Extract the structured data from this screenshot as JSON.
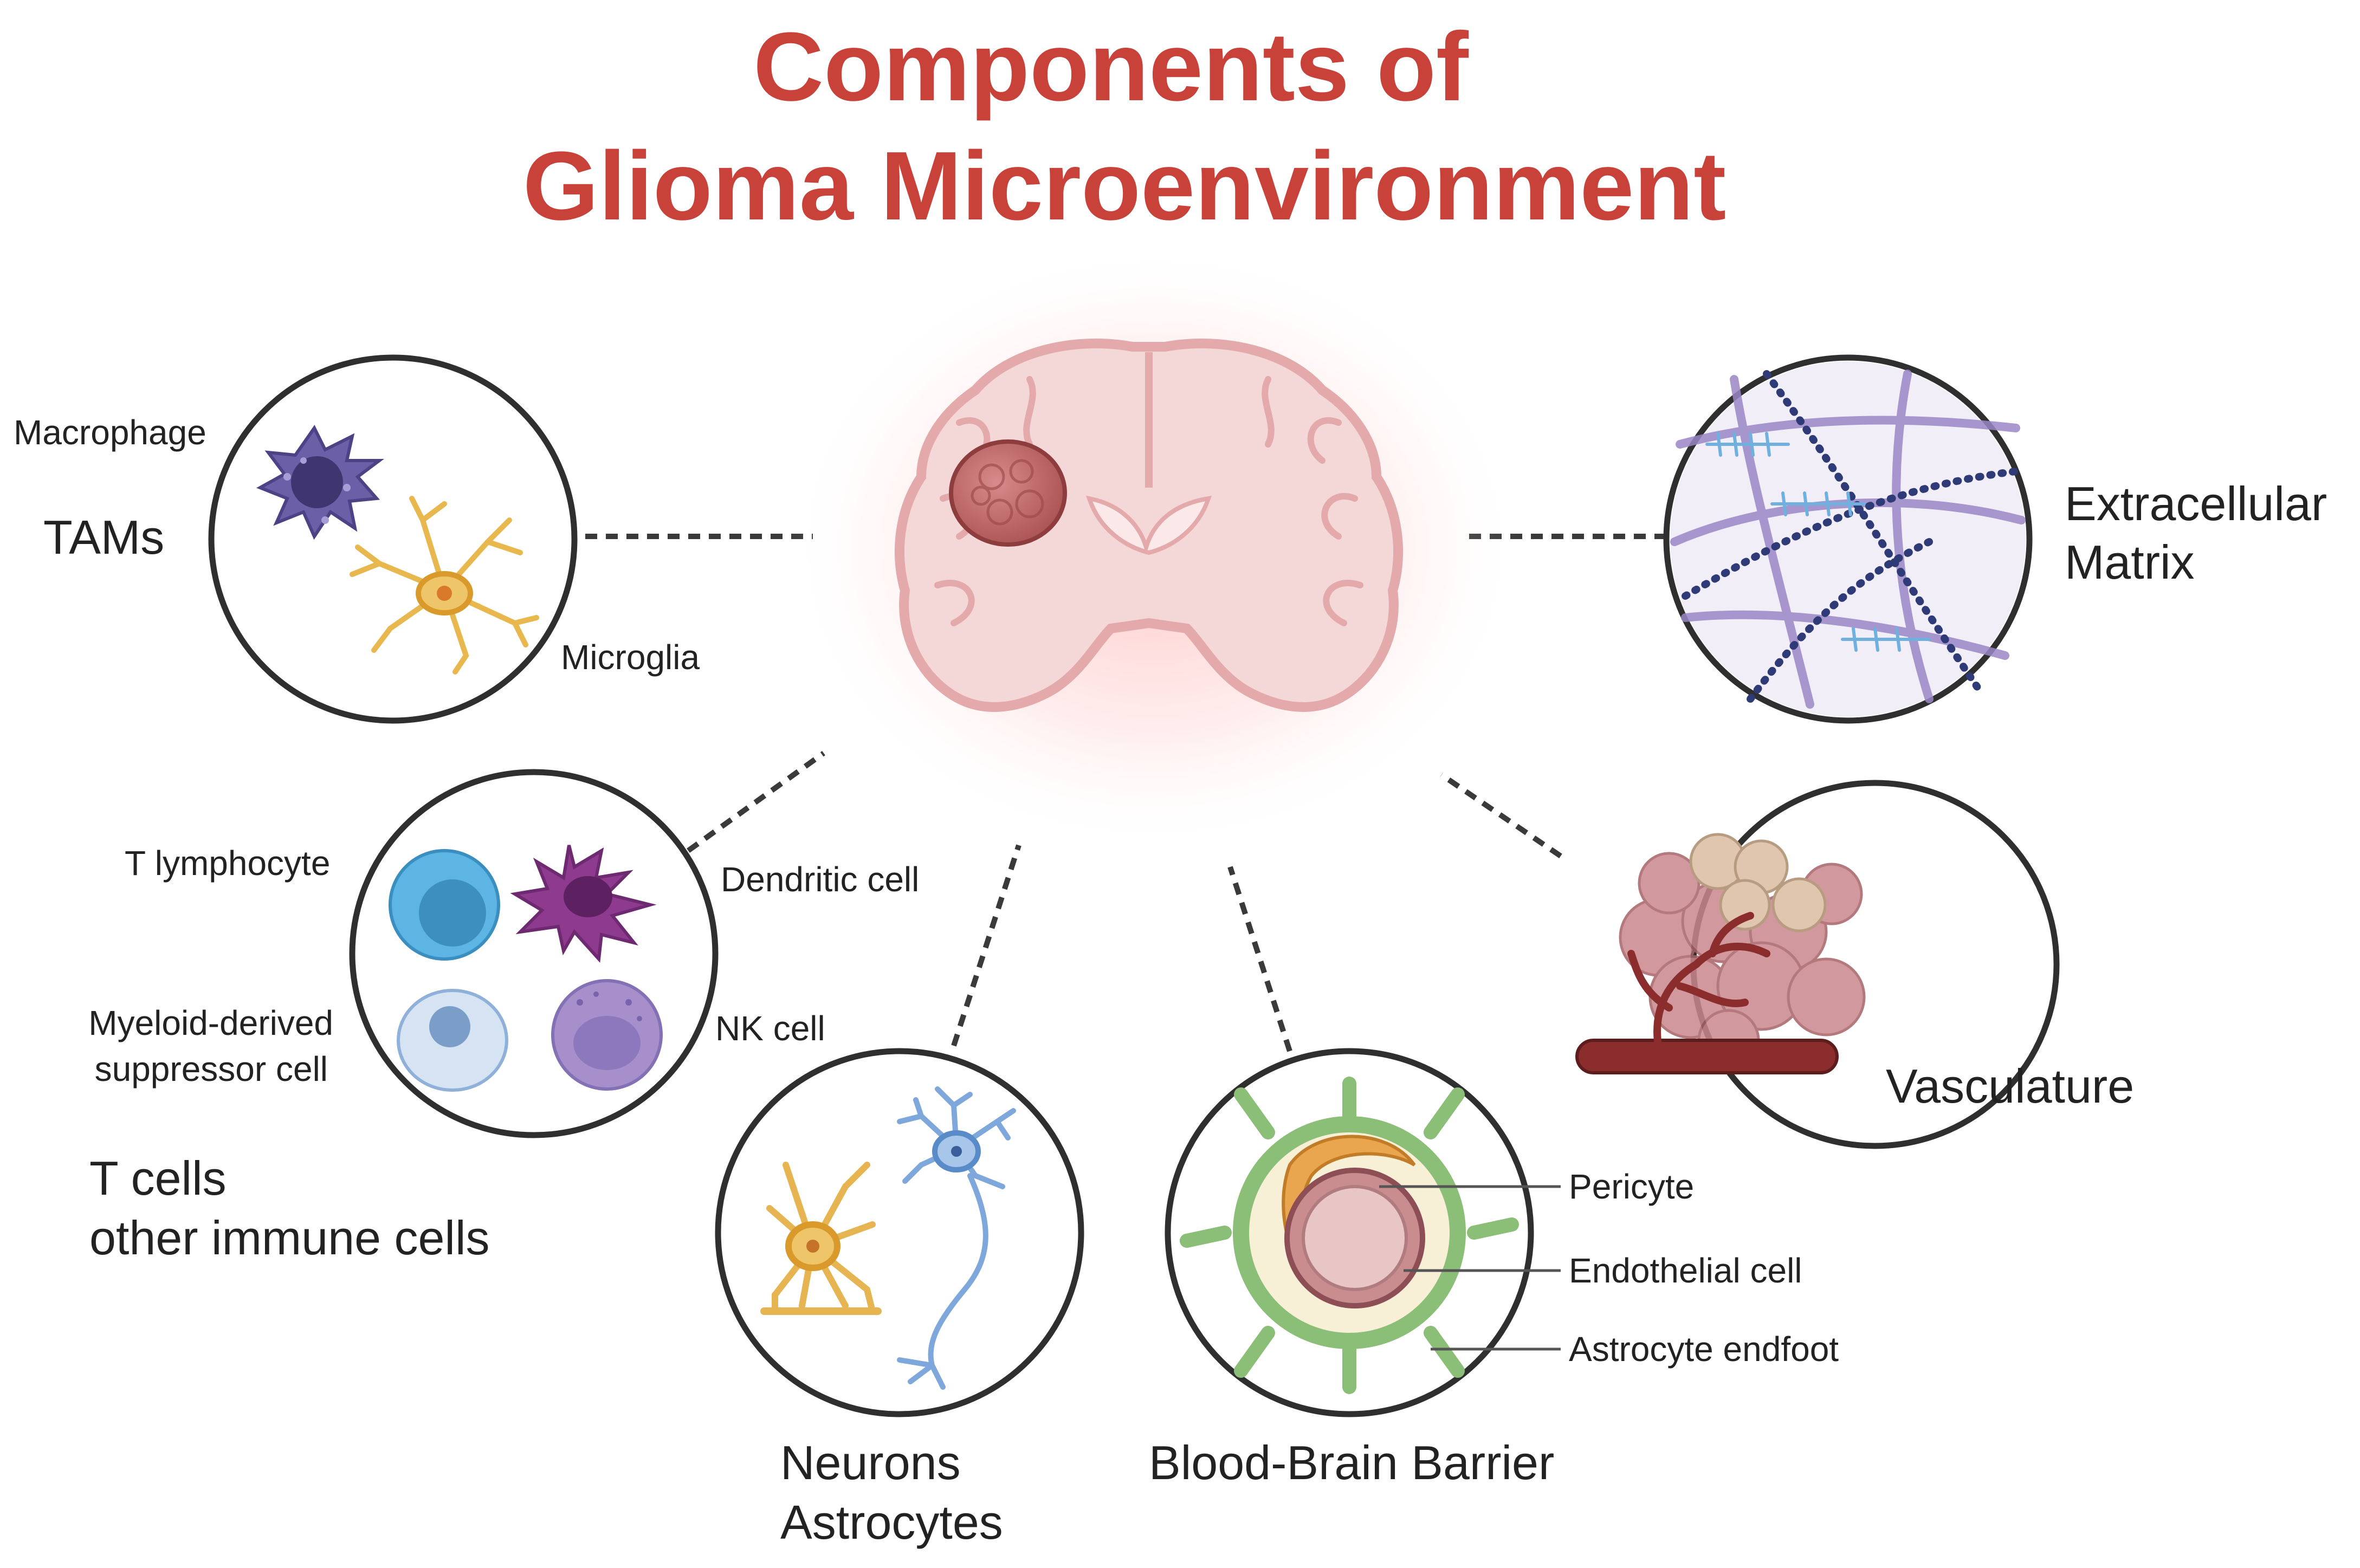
{
  "title": {
    "line1": "Components of",
    "line2": "Glioma Microenvironment"
  },
  "colors": {
    "title": "#c8423a",
    "brain_tissue": "#f4d7d7",
    "brain_outline": "#e3a9ab",
    "tumor": "#c46b6b",
    "macrophage": "#6b5fa8",
    "microglia": "#e8b84e",
    "t_lymphocyte": "#5cb5e3",
    "dendritic_cell": "#8e3b8f",
    "mdsc": "#b7cde8",
    "nk_cell": "#a68fca",
    "astrocyte": "#e6b552",
    "neuron": "#7ea8dc",
    "astrocyte_endfoot": "#8bbf77",
    "vessel": "#8c2d2d",
    "ecm_fiber": "#9b86c6",
    "ecm_chain": "#2e3b77"
  },
  "center": {
    "image": "brain-with-glioma-icon"
  },
  "components": {
    "tams": {
      "label": "TAMs",
      "cells": {
        "macrophage": "Macrophage",
        "microglia": "Microglia"
      },
      "icons": [
        "macrophage-icon",
        "microglia-icon"
      ]
    },
    "immune": {
      "label_line1": "T cells",
      "label_line2": "other immune cells",
      "cells": {
        "t_lymphocyte": "T lymphocyte",
        "dendritic_cell": "Dendritic cell",
        "mdsc_line1": "Myeloid-derived",
        "mdsc_line2": "suppressor cell",
        "nk_cell": "NK cell"
      },
      "icons": [
        "t-lymphocyte-icon",
        "dendritic-cell-icon",
        "mdsc-icon",
        "nk-cell-icon"
      ]
    },
    "neurons": {
      "label_line1": "Neurons",
      "label_line2": "Astrocytes",
      "icons": [
        "astrocyte-icon",
        "neuron-icon"
      ]
    },
    "bbb": {
      "label": "Blood-Brain Barrier",
      "parts": {
        "pericyte": "Pericyte",
        "endothelial": "Endothelial cell",
        "endfoot": "Astrocyte endfoot"
      },
      "icons": [
        "blood-vessel-cross-section-icon"
      ]
    },
    "vasculature": {
      "label": "Vasculature",
      "icons": [
        "tumor-vasculature-icon"
      ]
    },
    "ecm": {
      "label_line1": "Extracellular",
      "label_line2": "Matrix",
      "icons": [
        "extracellular-matrix-icon"
      ]
    }
  }
}
